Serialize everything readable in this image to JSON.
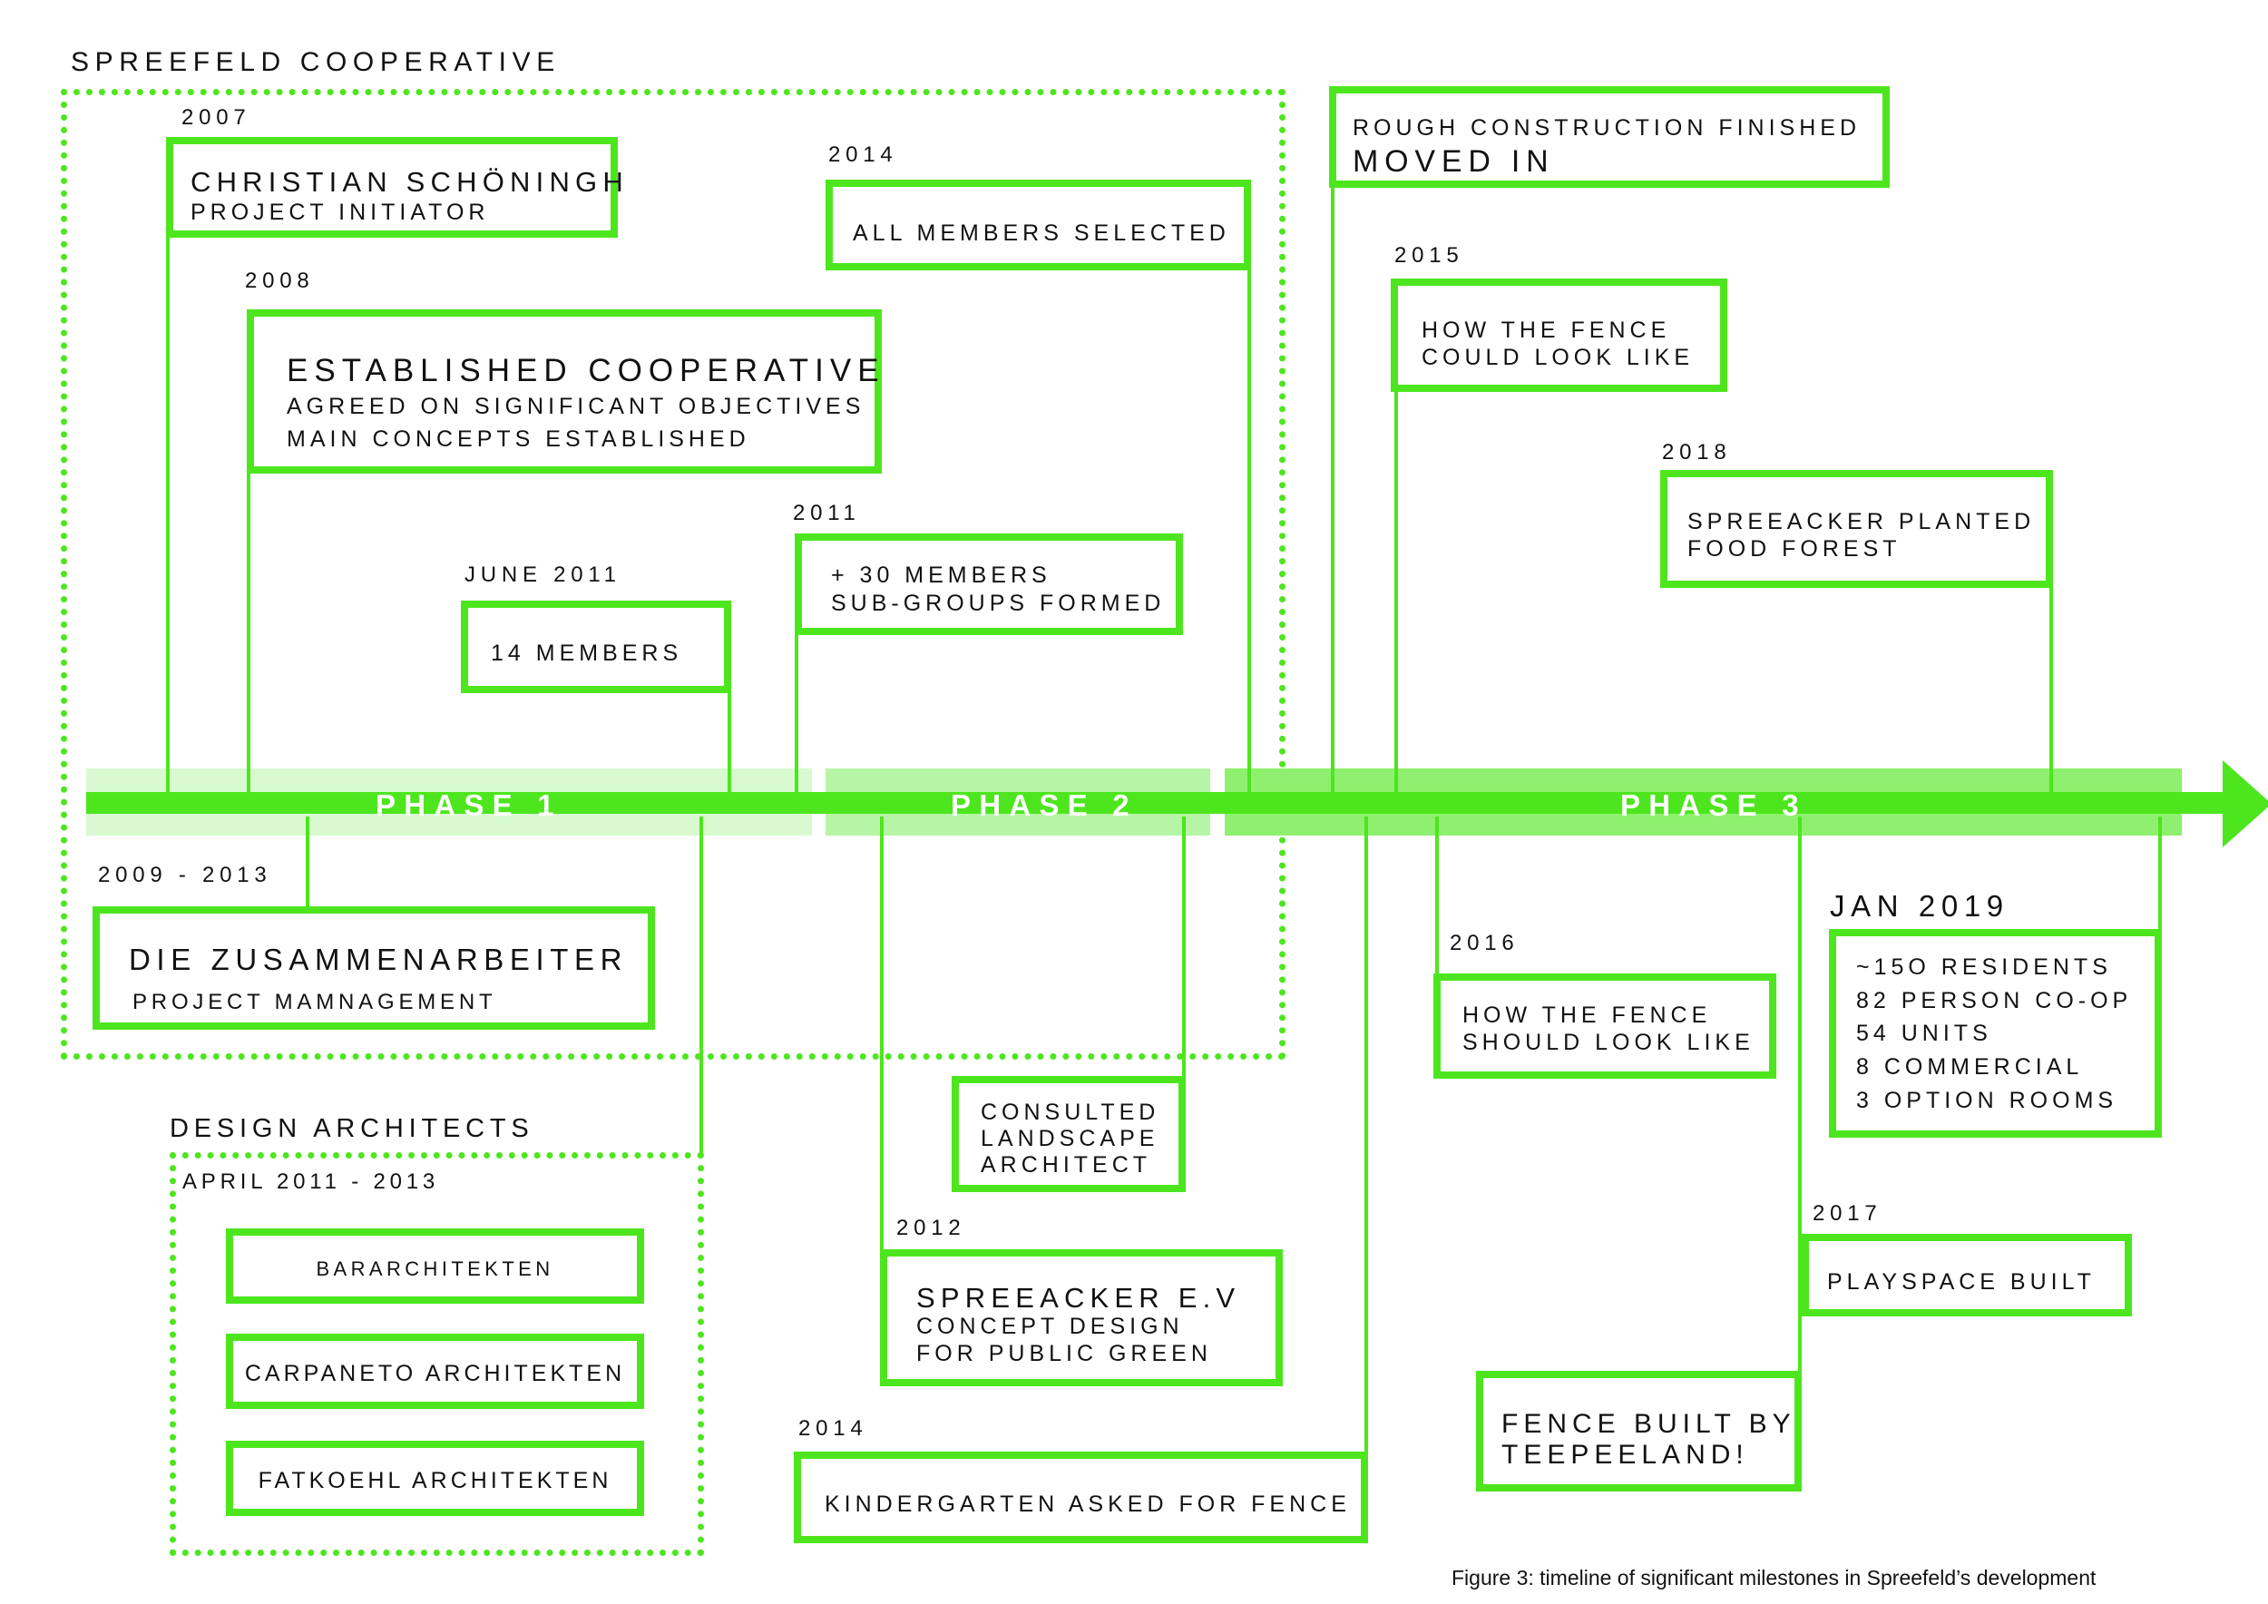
{
  "group_labels": {
    "cooperative": "SPREEFELD COOPERATIVE",
    "architects": "DESIGN ARCHITECTS"
  },
  "phases": [
    "PHASE 1",
    "PHASE 2",
    "PHASE 3"
  ],
  "milestones": {
    "m2007": {
      "date": "2007",
      "line1": "CHRISTIAN SCHÖNINGH",
      "line2": "PROJECT INITIATOR"
    },
    "m2008": {
      "date": "2008",
      "line1": "ESTABLISHED COOPERATIVE",
      "line2": "AGREED ON SIGNIFICANT OBJECTIVES",
      "line3": "MAIN CONCEPTS ESTABLISHED"
    },
    "mjune2011": {
      "date": "JUNE 2011",
      "line1": "14 MEMBERS"
    },
    "m2011": {
      "date": "2011",
      "line1": "+ 30 MEMBERS",
      "line2": "SUB-GROUPS FORMED"
    },
    "m2014a": {
      "date": "2014",
      "line1": "ALL MEMBERS SELECTED"
    },
    "mmoved": {
      "line1": "ROUGH CONSTRUCTION FINISHED",
      "line2": "MOVED IN"
    },
    "m2015": {
      "date": "2015",
      "line1": "HOW THE FENCE",
      "line2": "COULD LOOK LIKE"
    },
    "m2018": {
      "date": "2018",
      "line1": "SPREEACKER PLANTED",
      "line2": "FOOD FOREST"
    },
    "m2009": {
      "date": "2009 - 2013",
      "line1": "DIE ZUSAMMENARBEITER",
      "line2": "PROJECT MAMNAGEMENT"
    },
    "mlandscape": {
      "line1": "CONSULTED",
      "line2": "LANDSCAPE",
      "line3": "ARCHITECT"
    },
    "m2012": {
      "date": "2012",
      "line1": "SPREEACKER E.V",
      "line2": "CONCEPT DESIGN",
      "line3": "FOR PUBLIC GREEN"
    },
    "m2014b": {
      "date": "2014",
      "line1": "KINDERGARTEN ASKED FOR FENCE"
    },
    "m2016": {
      "date": "2016",
      "line1": "HOW THE FENCE",
      "line2": "SHOULD LOOK LIKE"
    },
    "mfence": {
      "line1": "FENCE BUILT BY",
      "line2": "TEEPEELAND!"
    },
    "m2017": {
      "date": "2017",
      "line1": "PLAYSPACE BUILT"
    },
    "m2019": {
      "date": "JAN 2019",
      "lines": [
        "~15O RESIDENTS",
        "82 PERSON CO-OP",
        "54 UNITS",
        "8 COMMERCIAL",
        "3 OPTION ROOMS"
      ]
    }
  },
  "architects": {
    "period": "APRIL 2011 - 2013",
    "firms": [
      "BARARCHITEKTEN",
      "CARPANETO ARCHITEKTEN",
      "FATKOEHL ARCHITEKTEN"
    ]
  },
  "caption": "Figure 3: timeline of significant milestones in Spreefeld’s development",
  "colors": {
    "accent": "#4de61e",
    "band_light": "#d9fad0",
    "band_mid": "#b7f5a6",
    "band_dark": "#8ef06e"
  }
}
